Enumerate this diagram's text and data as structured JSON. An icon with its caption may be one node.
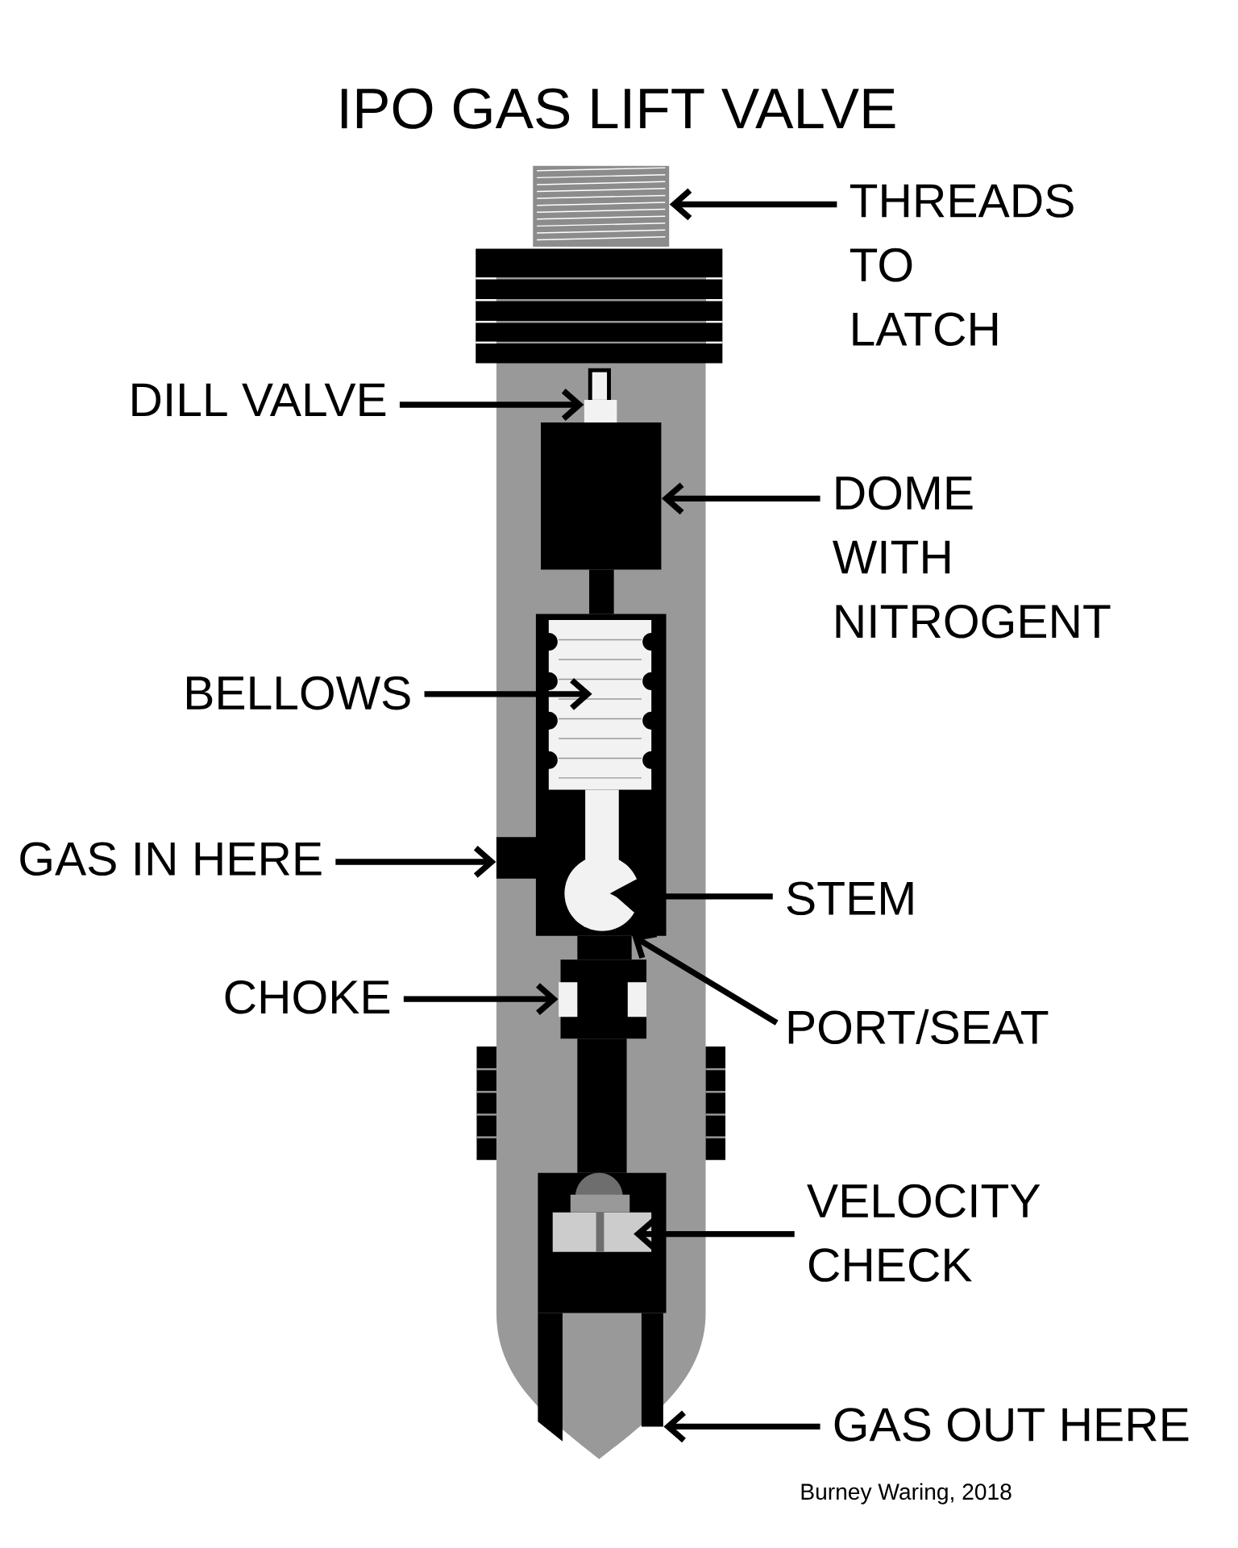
{
  "diagram": {
    "title": "IPO GAS LIFT VALVE",
    "nodes": [
      {
        "text": [
          "THREADS TO LATCH"
        ]
      },
      {
        "text": [],
        "shape": "box"
      },
      {
        "text": [
          "DILL VALVE"
        ]
      },
      {
        "text": [],
        "shape": "box"
      },
      {
        "text": [
          "DOME WITH NITROGENT"
        ]
      },
      {
        "text": [],
        "shape": "box"
      },
      {
        "text": [
          "BELLOWS"
        ]
      },
      {
        "text": [],
        "shape": "box"
      },
      {
        "text": [
          "GAS IN HERE"
        ]
      },
      {
        "text": [],
        "shape": "box"
      },
      {
        "text": [
          "STEM"
        ]
      },
      {
        "text": [],
        "shape": "circle"
      },
      {
        "text": [
          "PORT/SEAT"
        ]
      },
      {
        "text": [],
        "shape": "box"
      },
      {
        "text": [
          "CHOKE"
        ]
      },
      {
        "text": [],
        "shape": "box"
      },
      {
        "text": [
          "VELOCITY CHECK"
        ]
      },
      {
        "text": [],
        "shape": "box"
      },
      {
        "text": [
          "GAS OUT HERE"
        ]
      },
      {
        "text": [],
        "shape": "bar"
      }
    ],
    "edges": [
      {
        "from": 0,
        "to": 1,
        "arrow": "to"
      },
      {
        "from": 2,
        "to": 3,
        "arrow": "to"
      },
      {
        "from": 4,
        "to": 5,
        "arrow": "to"
      },
      {
        "from": 6,
        "to": 7,
        "arrow": "to"
      },
      {
        "from": 8,
        "to": 9,
        "arrow": "to"
      },
      {
        "from": 10,
        "to": 11,
        "arrow": "to"
      },
      {
        "from": 12,
        "to": 13,
        "arrow": "to"
      },
      {
        "from": 14,
        "to": 15,
        "arrow": "to"
      },
      {
        "from": 16,
        "to": 17,
        "arrow": "to"
      },
      {
        "from": 18,
        "to": 19,
        "arrow": "to"
      }
    ],
    "labels": [
      "Burney Waring, 2018"
    ]
  }
}
